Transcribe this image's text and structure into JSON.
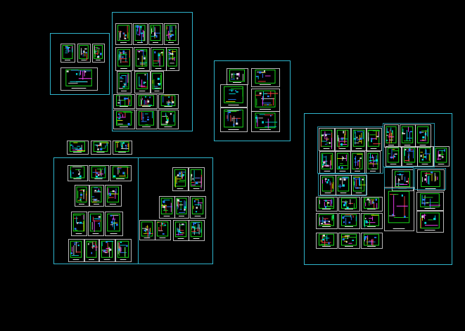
{
  "app": {
    "type": "cad-model-space",
    "background": "#000000"
  },
  "colors": {
    "frame": "#2fb4cc",
    "sheet": "#e8e8e8",
    "linework": [
      "#18d818",
      "#00d8d8",
      "#d8d8d8",
      "#2a7cff",
      "#d8d800",
      "#ff4040",
      "#ff40ff"
    ]
  },
  "drawing": {
    "groups": [
      {
        "name": "group-top-left",
        "sheets": 5
      },
      {
        "name": "group-top-center",
        "sheets": 16
      },
      {
        "name": "group-center",
        "sheets": 6
      },
      {
        "name": "group-small-strip",
        "sheets": 3
      },
      {
        "name": "group-bottom-left-a",
        "sheets": 17
      },
      {
        "name": "group-bottom-left-b",
        "sheets": 9
      },
      {
        "name": "group-right",
        "sheets": 38
      }
    ]
  }
}
